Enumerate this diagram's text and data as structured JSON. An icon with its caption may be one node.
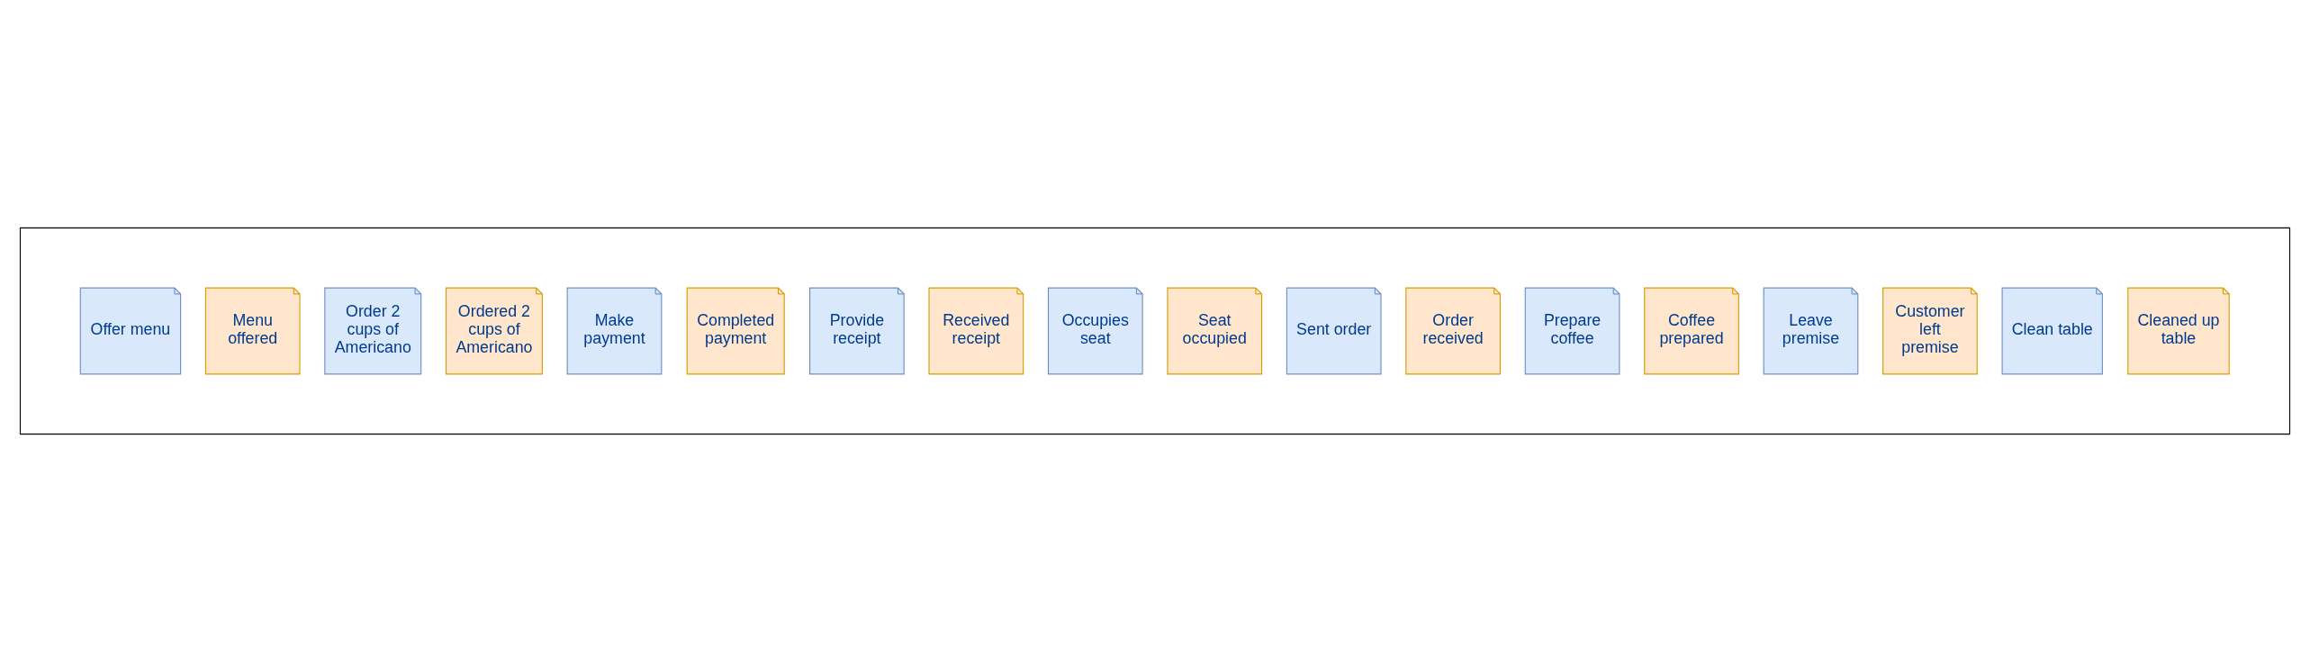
{
  "diagram": {
    "nodes": [
      {
        "text": [],
        "shape": "band"
      },
      {
        "text": [
          "Offer menu"
        ],
        "in": 0
      },
      {
        "text": [
          "Menu offered"
        ],
        "in": 0
      },
      {
        "text": [
          "Order 2 cups of Americano"
        ],
        "in": 0
      },
      {
        "text": [
          "Ordered 2 cups of Americano"
        ],
        "in": 0
      },
      {
        "text": [
          "Make payment"
        ],
        "in": 0
      },
      {
        "text": [
          "Completed payment"
        ],
        "in": 0
      },
      {
        "text": [
          "Provide receipt"
        ],
        "in": 0
      },
      {
        "text": [
          "Received receipt"
        ],
        "in": 0
      },
      {
        "text": [
          "Occupies seat"
        ],
        "in": 0
      },
      {
        "text": [
          "Seat occupied"
        ],
        "in": 0
      },
      {
        "text": [
          "Sent order"
        ],
        "in": 0
      },
      {
        "text": [
          "Order received"
        ],
        "in": 0
      },
      {
        "text": [
          "Prepare coffee"
        ],
        "in": 0
      },
      {
        "text": [
          "Coffee prepared"
        ],
        "in": 0
      },
      {
        "text": [
          "Leave premise"
        ],
        "in": 0
      },
      {
        "text": [
          "Customer left premise"
        ],
        "in": 0
      },
      {
        "text": [
          "Clean table"
        ],
        "in": 0
      },
      {
        "text": [
          "Cleaned up table"
        ],
        "in": 0
      }
    ],
    "edges": []
  }
}
